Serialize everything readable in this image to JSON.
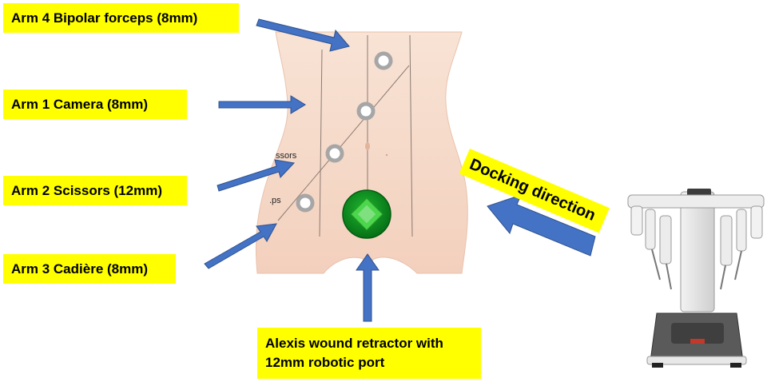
{
  "labels": {
    "arm4": "Arm 4 Bipolar forceps (8mm)",
    "arm1": "Arm 1 Camera  (8mm)",
    "arm2": "Arm 2 Scissors (12mm)",
    "arm3": "Arm 3 Cadière (8mm)",
    "retractor_line1": "Alexis wound retractor with",
    "retractor_line2": "12mm robotic port",
    "docking": "Docking direction"
  },
  "ghost_text": {
    "scissors": "ssors",
    "forceps": ".ps"
  },
  "colors": {
    "label_bg": "#ffff00",
    "arrow": "#4472c4",
    "arrow_edge": "#2f528f",
    "skin": "#f6dccb",
    "port_ring": "#a6a6a6",
    "retractor_outer": "#0a8a1e",
    "retractor_inner": "#3ad13a",
    "robot_body": "#e6e6e6",
    "robot_dark": "#555555"
  },
  "icons": {
    "robot": "surgical-robot-icon",
    "torso": "abdomen-torso-icon"
  }
}
